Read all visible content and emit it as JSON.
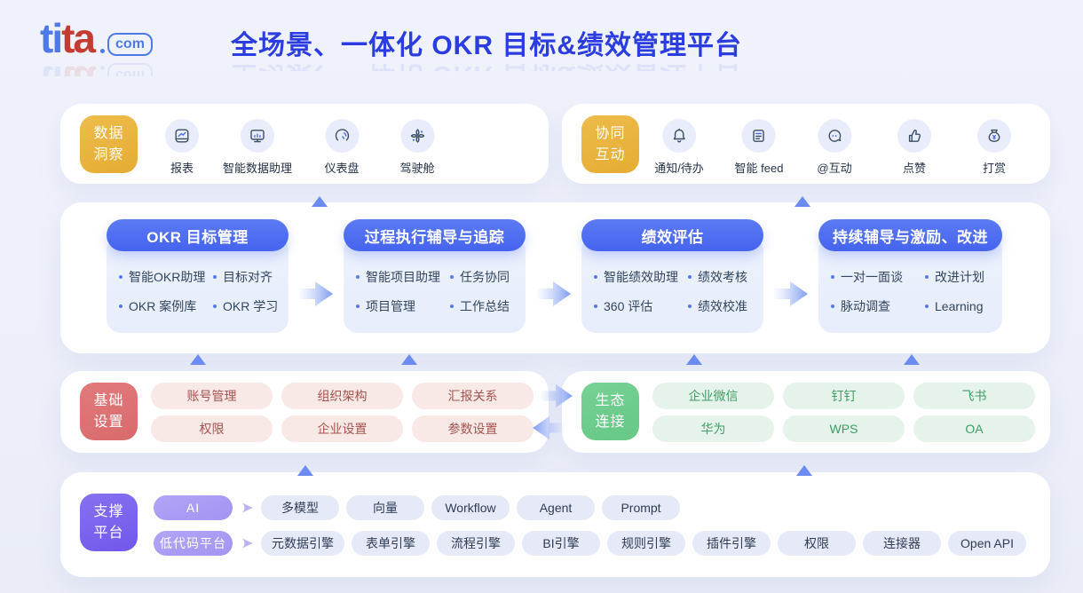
{
  "header": {
    "logo": {
      "part1": "ti",
      "part2": "ta",
      "suffix": "com"
    },
    "title": "全场景、一体化 OKR 目标&绩效管理平台"
  },
  "top_cards": [
    {
      "badge_line1": "数据",
      "badge_line2": "洞察",
      "items": [
        {
          "icon": "report-icon",
          "label": "报表"
        },
        {
          "icon": "data-assistant-icon",
          "label": "智能数据助理"
        },
        {
          "icon": "dashboard-icon",
          "label": "仪表盘"
        },
        {
          "icon": "cockpit-icon",
          "label": "驾驶舱"
        }
      ]
    },
    {
      "badge_line1": "协同",
      "badge_line2": "互动",
      "items": [
        {
          "icon": "bell-icon",
          "label": "通知/待办"
        },
        {
          "icon": "feed-icon",
          "label": "智能 feed"
        },
        {
          "icon": "mention-icon",
          "label": "@互动"
        },
        {
          "icon": "like-icon",
          "label": "点赞"
        },
        {
          "icon": "reward-icon",
          "label": "打赏"
        }
      ]
    }
  ],
  "pillars": [
    {
      "title": "OKR 目标管理",
      "items": [
        "智能OKR助理",
        "目标对齐",
        "OKR 案例库",
        "OKR 学习"
      ]
    },
    {
      "title": "过程执行辅导与追踪",
      "items": [
        "智能项目助理",
        "任务协同",
        "项目管理",
        "工作总结"
      ]
    },
    {
      "title": "绩效评估",
      "items": [
        "智能绩效助理",
        "绩效考核",
        "360 评估",
        "绩效校准"
      ]
    },
    {
      "title": "持续辅导与激励、改进",
      "items": [
        "一对一面谈",
        "改进计划",
        "脉动调查",
        "Learning"
      ]
    }
  ],
  "foundation": {
    "badge_line1": "基础",
    "badge_line2": "设置",
    "pills": [
      "账号管理",
      "组织架构",
      "汇报关系",
      "权限",
      "企业设置",
      "参数设置"
    ]
  },
  "ecosystem": {
    "badge_line1": "生态",
    "badge_line2": "连接",
    "pills": [
      "企业微信",
      "钉钉",
      "飞书",
      "华为",
      "WPS",
      "OA"
    ]
  },
  "platform": {
    "badge_line1": "支撑",
    "badge_line2": "平台",
    "rows": [
      {
        "label": "AI",
        "pills": [
          "多模型",
          "向量",
          "Workflow",
          "Agent",
          "Prompt"
        ]
      },
      {
        "label": "低代码平台",
        "pills": [
          "元数据引擎",
          "表单引擎",
          "流程引擎",
          "BI引擎",
          "规则引擎",
          "插件引擎",
          "权限",
          "连接器",
          "Open API"
        ]
      }
    ]
  },
  "colors": {
    "brand_blue": "#2B3CE0",
    "logo_blue": "#4E79E8",
    "logo_red": "#C43B31",
    "pillar_blue": "#4D6DF1",
    "badge_yellow": "#E9B440",
    "badge_red": "#DE7173",
    "badge_green": "#70CD8F",
    "badge_purple": "#7C64EE",
    "arrow_blue": "#6B8BF2"
  }
}
